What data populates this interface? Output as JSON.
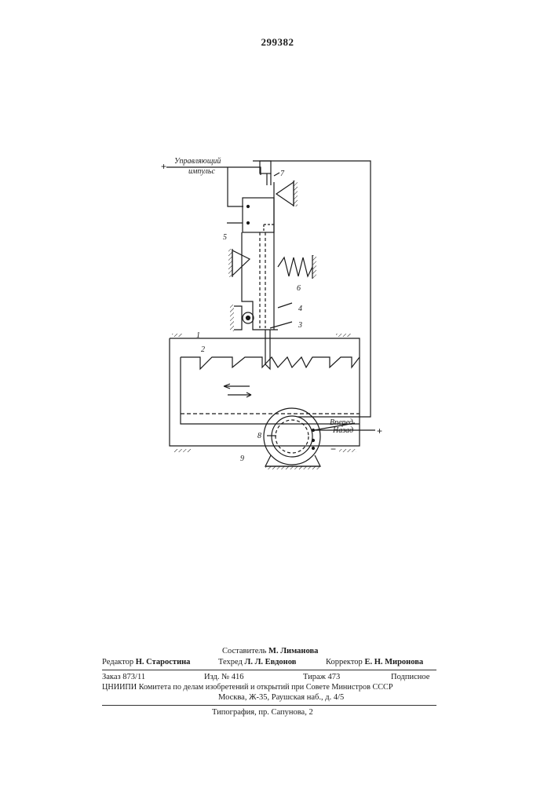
{
  "patent_number": "299382",
  "diagram": {
    "impulse_line1": "Управляющий",
    "impulse_line2": "импульс",
    "plus_sign": "+",
    "minus_sign": "−",
    "forward_label": "Вперед",
    "backward_label": "Назад",
    "part_labels": [
      "1",
      "2",
      "3",
      "4",
      "5",
      "6",
      "7",
      "8",
      "9"
    ]
  },
  "colophon": {
    "compiler_role": "Составитель",
    "compiler_name": "М. Лиманова",
    "editor_role": "Редактор",
    "editor_name": "Н. Старостина",
    "techred_role": "Техред",
    "techred_name": "Л. Л. Евдонов",
    "corrector_role": "Корректор",
    "corrector_name": "Е. Н. Миронова",
    "order": "Заказ 873/11",
    "issue": "Изд. № 416",
    "circulation": "Тираж 473",
    "subscription": "Подписное",
    "org_line": "ЦНИИПИ Комитета по делам изобретений и открытий при Совете Министров СССР",
    "address_line": "Москва, Ж-35, Раушская наб., д. 4/5",
    "printer_line": "Типография, пр. Сапунова, 2"
  }
}
